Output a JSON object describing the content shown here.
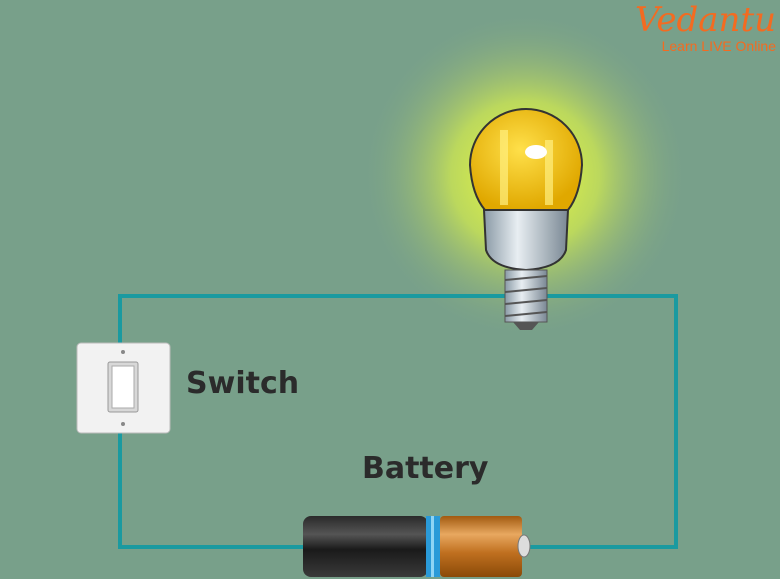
{
  "labels": {
    "switch": "Switch",
    "battery": "Battery"
  },
  "logo": {
    "brand": "Vedantu",
    "tagline": "Learn LIVE Online"
  },
  "colors": {
    "background": "#78a08a",
    "wire": "#1a9aa0",
    "bulb": "#f5c518",
    "logo": "#f36b21"
  }
}
